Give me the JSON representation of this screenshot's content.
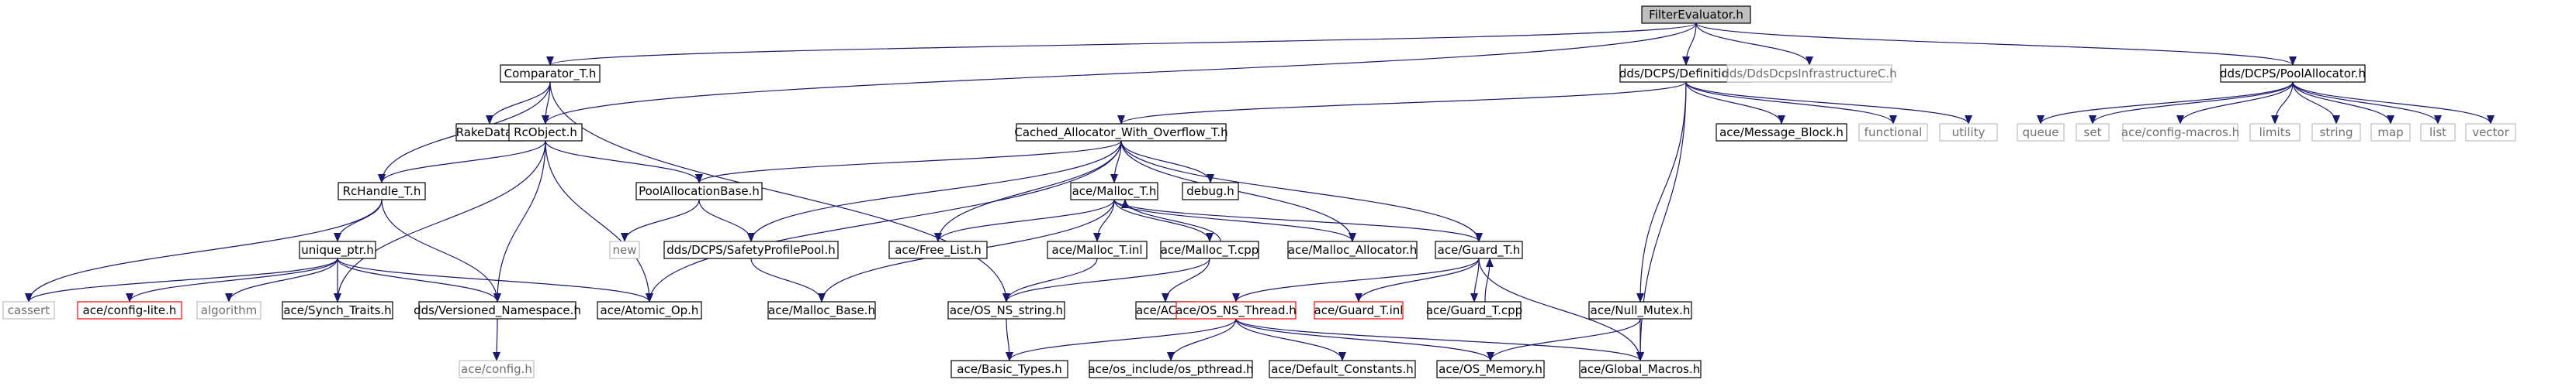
{
  "diagram": {
    "nodes": {
      "n_filter": {
        "label": "FilterEvaluator.h",
        "style": "root"
      },
      "n_comparator": {
        "label": "Comparator_T.h",
        "style": "normal"
      },
      "n_definitions": {
        "label": "dds/DCPS/Definitions.h",
        "style": "normal"
      },
      "n_infra": {
        "label": "dds/DdsDcpsInfrastructureC.h",
        "style": "ext"
      },
      "n_poolalloc": {
        "label": "dds/DCPS/PoolAllocator.h",
        "style": "normal"
      },
      "n_rakedata": {
        "label": "RakeData.h",
        "style": "normal"
      },
      "n_rcobject": {
        "label": "RcObject.h",
        "style": "normal"
      },
      "n_cached": {
        "label": "Cached_Allocator_With_Overflow_T.h",
        "style": "normal"
      },
      "n_msgblock": {
        "label": "ace/Message_Block.h",
        "style": "normal"
      },
      "n_functional": {
        "label": "functional",
        "style": "ext"
      },
      "n_utility": {
        "label": "utility",
        "style": "ext"
      },
      "n_queue": {
        "label": "queue",
        "style": "ext"
      },
      "n_set": {
        "label": "set",
        "style": "ext"
      },
      "n_configmacros": {
        "label": "ace/config-macros.h",
        "style": "ext"
      },
      "n_limits": {
        "label": "limits",
        "style": "ext"
      },
      "n_string": {
        "label": "string",
        "style": "ext"
      },
      "n_map": {
        "label": "map",
        "style": "ext"
      },
      "n_list": {
        "label": "list",
        "style": "ext"
      },
      "n_vector": {
        "label": "vector",
        "style": "ext"
      },
      "n_rchandle": {
        "label": "RcHandle_T.h",
        "style": "normal"
      },
      "n_poolallocbase": {
        "label": "PoolAllocationBase.h",
        "style": "normal"
      },
      "n_malloct": {
        "label": "ace/Malloc_T.h",
        "style": "normal"
      },
      "n_debug": {
        "label": "debug.h",
        "style": "normal"
      },
      "n_guardt": {
        "label": "ace/Guard_T.h",
        "style": "normal"
      },
      "n_uniqueptr": {
        "label": "unique_ptr.h",
        "style": "normal"
      },
      "n_new": {
        "label": "new",
        "style": "ext"
      },
      "n_safetypool": {
        "label": "dds/DCPS/SafetyProfilePool.h",
        "style": "normal"
      },
      "n_freelist": {
        "label": "ace/Free_List.h",
        "style": "normal"
      },
      "n_malloctinl": {
        "label": "ace/Malloc_T.inl",
        "style": "normal"
      },
      "n_malloctcpp": {
        "label": "ace/Malloc_T.cpp",
        "style": "normal"
      },
      "n_mallocallocator": {
        "label": "ace/Malloc_Allocator.h",
        "style": "normal"
      },
      "n_nullmutex": {
        "label": "ace/Null_Mutex.h",
        "style": "normal"
      },
      "n_cassert": {
        "label": "cassert",
        "style": "ext"
      },
      "n_configlite": {
        "label": "ace/config-lite.h",
        "style": "red"
      },
      "n_algorithm": {
        "label": "algorithm",
        "style": "ext"
      },
      "n_synchtraits": {
        "label": "ace/Synch_Traits.h",
        "style": "normal"
      },
      "n_versioned": {
        "label": "dds/Versioned_Namespace.h",
        "style": "normal"
      },
      "n_atomicop": {
        "label": "ace/Atomic_Op.h",
        "style": "normal"
      },
      "n_mallocbase": {
        "label": "ace/Malloc_Base.h",
        "style": "normal"
      },
      "n_osnsstring": {
        "label": "ace/OS_NS_string.h",
        "style": "normal"
      },
      "n_aceh": {
        "label": "ace/ACE.h",
        "style": "normal"
      },
      "n_osnsthread": {
        "label": "ace/OS_NS_Thread.h",
        "style": "red"
      },
      "n_guardtinl": {
        "label": "ace/Guard_T.inl",
        "style": "red"
      },
      "n_guardtcpp": {
        "label": "ace/Guard_T.cpp",
        "style": "normal"
      },
      "n_config": {
        "label": "ace/config.h",
        "style": "ext"
      },
      "n_basictypes": {
        "label": "ace/Basic_Types.h",
        "style": "normal"
      },
      "n_ospthread": {
        "label": "ace/os_include/os_pthread.h",
        "style": "normal"
      },
      "n_defconst": {
        "label": "ace/Default_Constants.h",
        "style": "normal"
      },
      "n_osmemory": {
        "label": "ace/OS_Memory.h",
        "style": "normal"
      },
      "n_globalmacros": {
        "label": "ace/Global_Macros.h",
        "style": "normal"
      }
    },
    "edges": [
      [
        "n_filter",
        "n_comparator"
      ],
      [
        "n_filter",
        "n_definitions"
      ],
      [
        "n_filter",
        "n_infra"
      ],
      [
        "n_filter",
        "n_poolalloc"
      ],
      [
        "n_filter",
        "n_rcobject"
      ],
      [
        "n_comparator",
        "n_rakedata"
      ],
      [
        "n_comparator",
        "n_rcobject"
      ],
      [
        "n_comparator",
        "n_rchandle"
      ],
      [
        "n_comparator",
        "n_osnsstring"
      ],
      [
        "n_definitions",
        "n_cached"
      ],
      [
        "n_definitions",
        "n_msgblock"
      ],
      [
        "n_definitions",
        "n_functional"
      ],
      [
        "n_definitions",
        "n_utility"
      ],
      [
        "n_definitions",
        "n_nullmutex"
      ],
      [
        "n_definitions",
        "n_globalmacros"
      ],
      [
        "n_poolalloc",
        "n_queue"
      ],
      [
        "n_poolalloc",
        "n_set"
      ],
      [
        "n_poolalloc",
        "n_configmacros"
      ],
      [
        "n_poolalloc",
        "n_limits"
      ],
      [
        "n_poolalloc",
        "n_string"
      ],
      [
        "n_poolalloc",
        "n_map"
      ],
      [
        "n_poolalloc",
        "n_list"
      ],
      [
        "n_poolalloc",
        "n_vector"
      ],
      [
        "n_rcobject",
        "n_rchandle"
      ],
      [
        "n_rcobject",
        "n_poolallocbase"
      ],
      [
        "n_rcobject",
        "n_synchtraits"
      ],
      [
        "n_rcobject",
        "n_versioned"
      ],
      [
        "n_rcobject",
        "n_atomicop"
      ],
      [
        "n_cached",
        "n_poolallocbase"
      ],
      [
        "n_cached",
        "n_malloct"
      ],
      [
        "n_cached",
        "n_debug"
      ],
      [
        "n_cached",
        "n_guardt"
      ],
      [
        "n_cached",
        "n_freelist"
      ],
      [
        "n_cached",
        "n_mallocallocator"
      ],
      [
        "n_cached",
        "n_safetypool"
      ],
      [
        "n_cached",
        "n_atomicop"
      ],
      [
        "n_rchandle",
        "n_uniqueptr"
      ],
      [
        "n_rchandle",
        "n_versioned"
      ],
      [
        "n_rchandle",
        "n_cassert"
      ],
      [
        "n_poolallocbase",
        "n_new"
      ],
      [
        "n_poolallocbase",
        "n_safetypool"
      ],
      [
        "n_safetypool",
        "n_mallocbase"
      ],
      [
        "n_malloct",
        "n_freelist"
      ],
      [
        "n_malloct",
        "n_malloctinl"
      ],
      [
        "n_malloct",
        "n_malloctcpp"
      ],
      [
        "n_malloct",
        "n_mallocallocator"
      ],
      [
        "n_malloct",
        "n_guardt"
      ],
      [
        "n_malloct",
        "n_mallocbase"
      ],
      [
        "n_malloctcpp",
        "n_malloct"
      ],
      [
        "n_malloctcpp",
        "n_aceh"
      ],
      [
        "n_malloctcpp",
        "n_osnsstring"
      ],
      [
        "n_malloctinl",
        "n_osnsstring"
      ],
      [
        "n_guardt",
        "n_osnsthread"
      ],
      [
        "n_guardt",
        "n_guardtinl"
      ],
      [
        "n_guardt",
        "n_guardtcpp"
      ],
      [
        "n_guardt",
        "n_globalmacros"
      ],
      [
        "n_guardtcpp",
        "n_guardt"
      ],
      [
        "n_uniqueptr",
        "n_cassert"
      ],
      [
        "n_uniqueptr",
        "n_configlite"
      ],
      [
        "n_uniqueptr",
        "n_algorithm"
      ],
      [
        "n_uniqueptr",
        "n_synchtraits"
      ],
      [
        "n_uniqueptr",
        "n_versioned"
      ],
      [
        "n_uniqueptr",
        "n_atomicop"
      ],
      [
        "n_versioned",
        "n_config"
      ],
      [
        "n_osnsstring",
        "n_basictypes"
      ],
      [
        "n_osnsthread",
        "n_basictypes"
      ],
      [
        "n_osnsthread",
        "n_ospthread"
      ],
      [
        "n_osnsthread",
        "n_defconst"
      ],
      [
        "n_osnsthread",
        "n_osmemory"
      ],
      [
        "n_osnsthread",
        "n_globalmacros"
      ],
      [
        "n_nullmutex",
        "n_osmemory"
      ],
      [
        "n_nullmutex",
        "n_globalmacros"
      ]
    ]
  },
  "colors": {
    "root_fill": "#bfbfbf",
    "node_border": "#000000",
    "ext_border": "#bfbfbf",
    "red_border": "#ff0000",
    "edge": "#191970",
    "text": "#000000",
    "ext_text": "#6f6f6f"
  }
}
